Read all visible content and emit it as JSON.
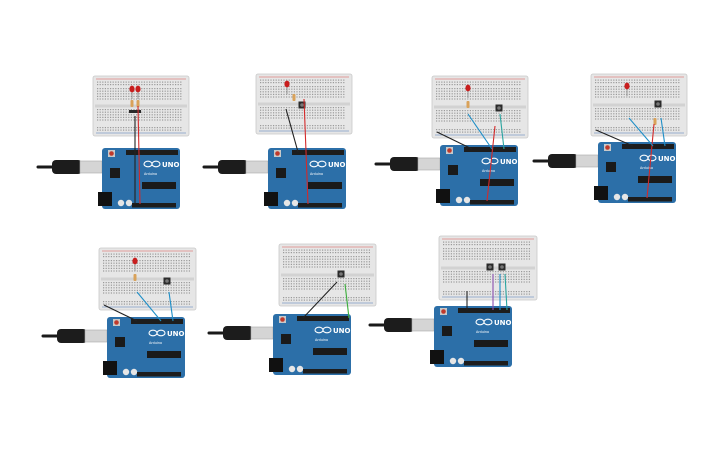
{
  "canvas": {
    "background": "#ffffff"
  },
  "board": {
    "model_label": "UNO",
    "brand_label": "Arduino",
    "color": "#2c6fa8",
    "header_color": "#1d1d1d"
  },
  "breadboard": {
    "color": "#e6e6e6",
    "hole_color": "#9a9a9a",
    "rail_red": "#d9534f",
    "rail_blue": "#4a78b8"
  },
  "wire_colors": {
    "red": "#d42a2a",
    "black": "#222222",
    "blue": "#1f8fc7",
    "green": "#3cae3c",
    "purple": "#8a4fb0",
    "teal": "#2aa5a0"
  },
  "circuits": [
    {
      "id": "c1",
      "components": {
        "leds": 2,
        "resistors": 2,
        "buttons": 0
      },
      "wires": [
        "red",
        "black"
      ]
    },
    {
      "id": "c2",
      "components": {
        "leds": 1,
        "resistors": 1,
        "buttons": 1
      },
      "wires": [
        "red",
        "black"
      ]
    },
    {
      "id": "c3",
      "components": {
        "leds": 1,
        "resistors": 1,
        "buttons": 1
      },
      "wires": [
        "red",
        "black",
        "blue",
        "teal"
      ]
    },
    {
      "id": "c4",
      "components": {
        "leds": 1,
        "resistors": 1,
        "buttons": 1
      },
      "wires": [
        "red",
        "black",
        "blue"
      ]
    },
    {
      "id": "c5",
      "components": {
        "leds": 1,
        "resistors": 1,
        "buttons": 1
      },
      "wires": [
        "black",
        "blue"
      ]
    },
    {
      "id": "c6",
      "components": {
        "leds": 0,
        "resistors": 0,
        "buttons": 1
      },
      "wires": [
        "black",
        "green"
      ]
    },
    {
      "id": "c7",
      "components": {
        "leds": 0,
        "resistors": 0,
        "buttons": 2
      },
      "wires": [
        "black",
        "purple",
        "blue"
      ]
    }
  ]
}
